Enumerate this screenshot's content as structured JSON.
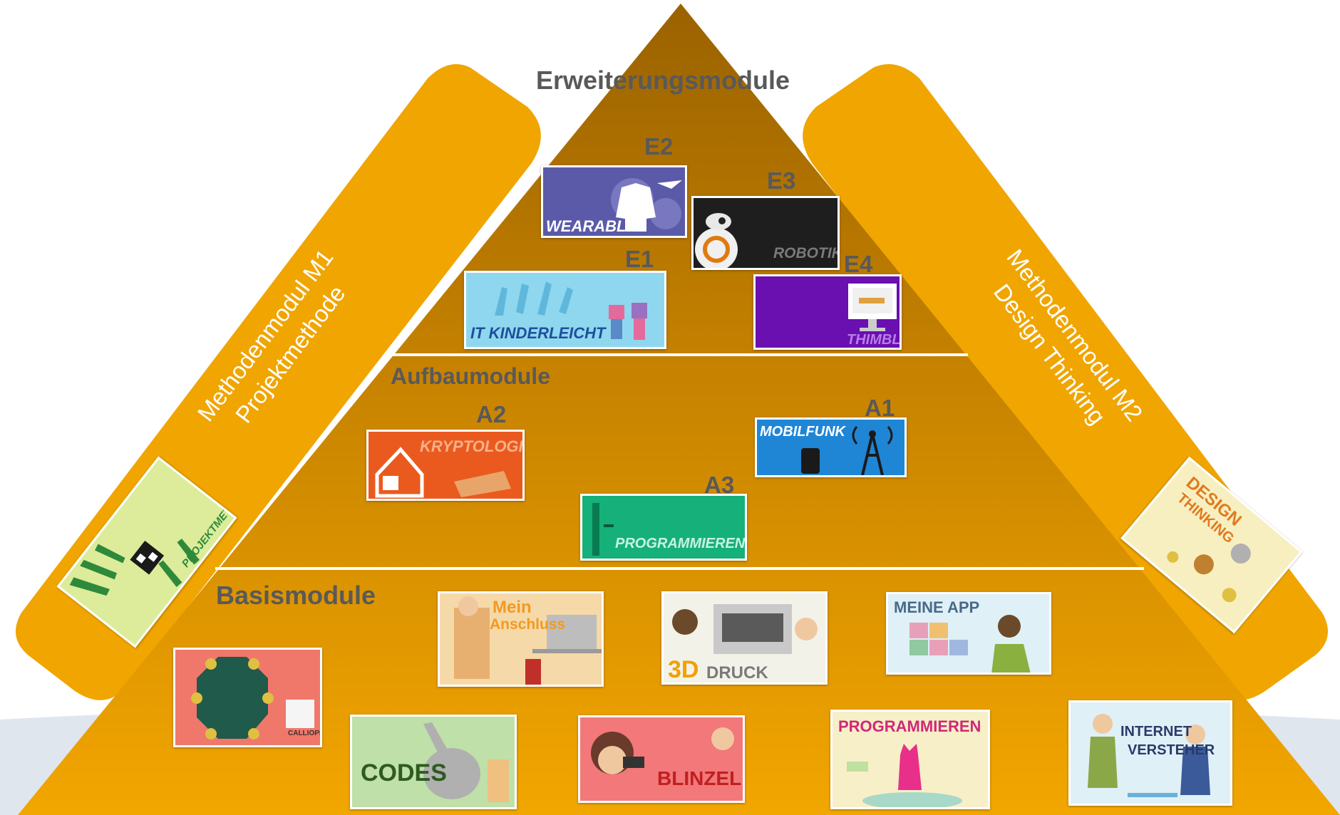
{
  "levels": {
    "top": "Erweiterungsmodule",
    "middle": "Aufbaumodule",
    "bottom": "Basismodule"
  },
  "side_modules": {
    "left": {
      "line1": "Methodenmodul M1",
      "line2": "Projektmethode"
    },
    "right": {
      "line1": "Methodenmodul M2",
      "line2": "Design Thinking"
    }
  },
  "codes": {
    "e1": "E1",
    "e2": "E2",
    "e3": "E3",
    "e4": "E4",
    "a1": "A1",
    "a2": "A2",
    "a3": "A3"
  },
  "tiles": {
    "wearable": "WEARABLE",
    "robotik": "ROBOTIK",
    "it_kinderleicht": "IT KINDERLEICHT",
    "thimble": "THIMBLE",
    "kryptologie": "KRYPTOLOGIE",
    "mobilfunk": "MOBILFUNK",
    "programmieren2": "PROGRAMMIEREN II",
    "mein_anschluss_1": "Mein",
    "mein_anschluss_2": "Anschluss",
    "druck_3d": "3D",
    "druck_word": "DRUCK",
    "meine_app": "MEINE APP",
    "calliope": "CALLIOPE",
    "codes": "CODES",
    "blinzeln": "BLINZELN",
    "programmieren": "PROGRAMMIEREN",
    "internet_1": "INTERNET",
    "internet_2": "VERSTEHER",
    "projektmethode": "PROJEKTMETHODE",
    "design_1": "DESIGN",
    "design_2": "THINKING"
  },
  "colors": {
    "pyramid_top": "#a66a00",
    "pyramid_mid": "#c98400",
    "pyramid_bottom": "#f0a500",
    "side_band": "#f0a500",
    "label_gray": "#595959",
    "sky": "#dfe6ee"
  }
}
